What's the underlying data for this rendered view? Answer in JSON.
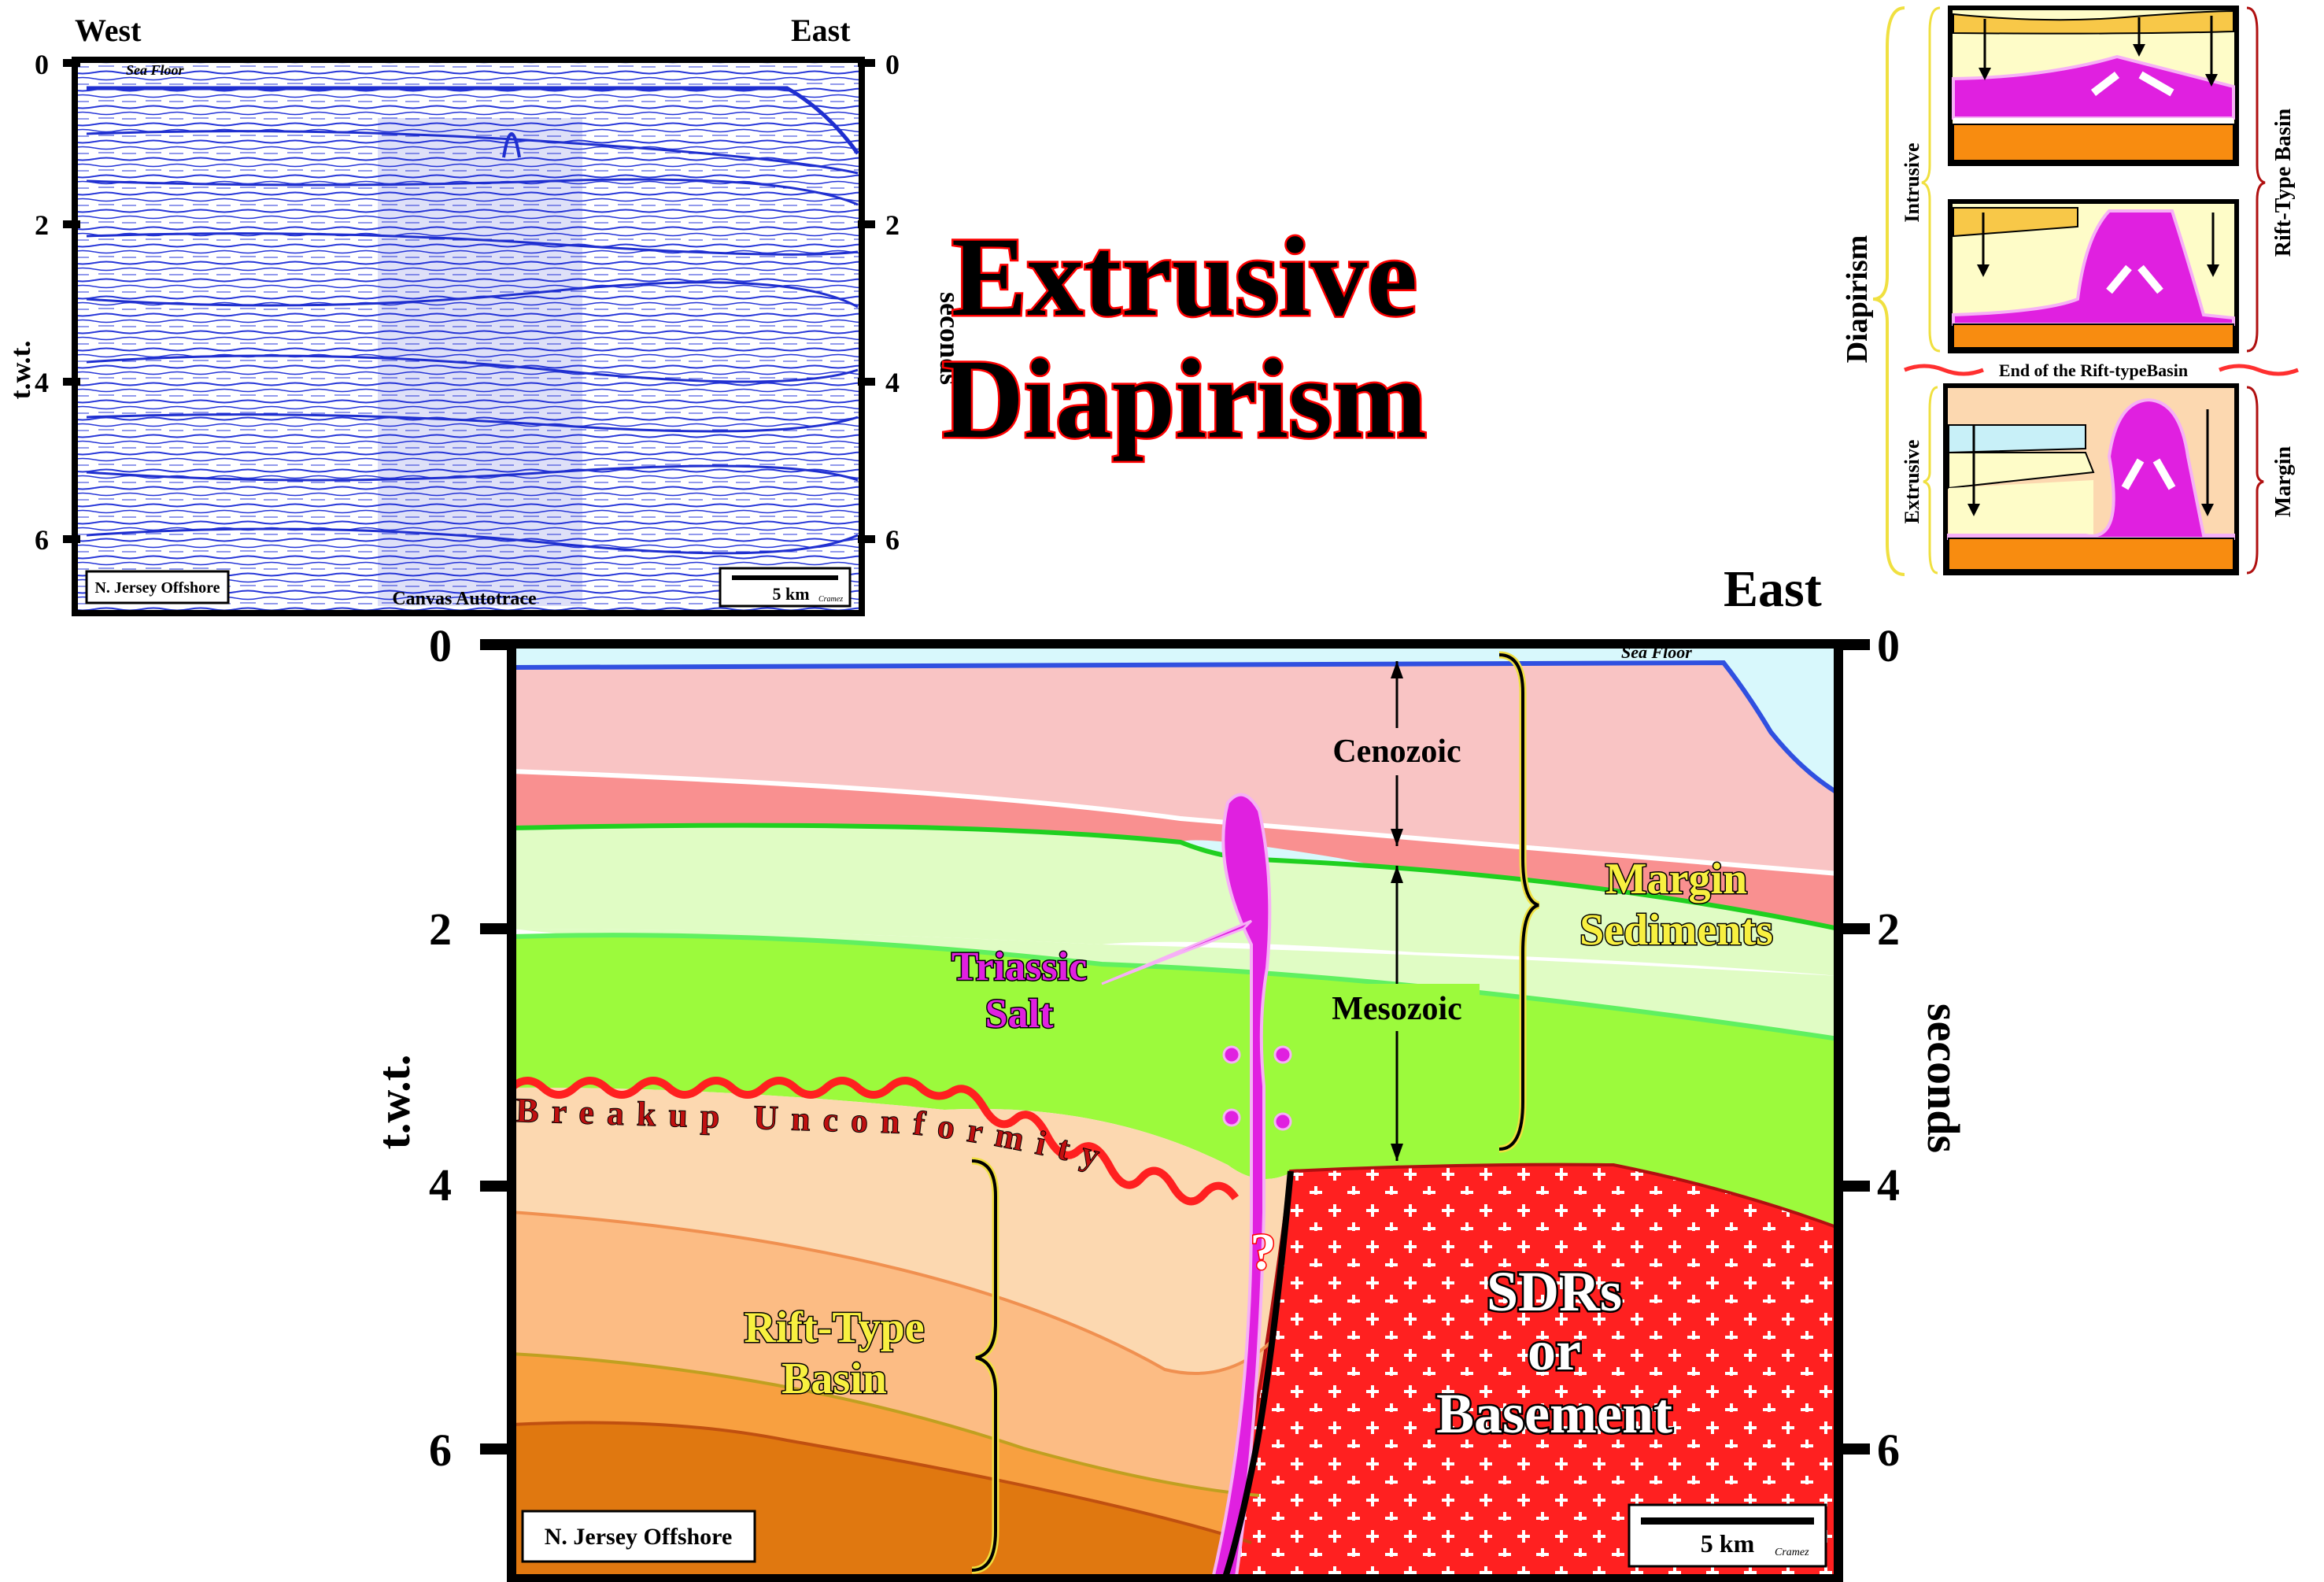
{
  "title": {
    "line1": "Extrusive",
    "line2": "Diapirism"
  },
  "seismic": {
    "west": "West",
    "east": "East",
    "sea_floor": "Sea Floor",
    "ticks": [
      "0",
      "2",
      "4",
      "6"
    ],
    "left_axis": "t.w.t.",
    "right_axis": "seconds",
    "location": "N. Jersey Offshore",
    "source": "Canvas Autotrace",
    "scale": "5 km",
    "signature": "Cramez",
    "trace_color": "#1f2fd0"
  },
  "interp": {
    "east": "East",
    "sea_floor": "Sea Floor",
    "ticks": [
      "0",
      "2",
      "4",
      "6"
    ],
    "left_axis": "t.w.t.",
    "right_axis": "seconds",
    "cenozoic": "Cenozoic",
    "mesozoic": "Mesozoic",
    "margin_sediments": [
      "Margin",
      "Sediments"
    ],
    "triassic_salt": [
      "Triassic",
      "Salt"
    ],
    "breakup_unconformity": "Breakup Unconformity",
    "rift_type_basin": [
      "Rift-Type",
      "Basin"
    ],
    "sdrs": [
      "SDRs",
      "or",
      "Basement"
    ],
    "question": "?",
    "location": "N. Jersey Offshore",
    "scale": "5 km",
    "signature": "Cramez"
  },
  "inset": {
    "diapirism": "Diapirism",
    "intrusive": "Intrusive",
    "extrusive": "Extrusive",
    "rift_type_basin": "Rift-Type Basin",
    "margin": "Margin",
    "end_rift": "End of the Rift-typeBasin"
  },
  "colors": {
    "salt": "#e020e0",
    "cenozoic": "#f9c4c4",
    "mesozoic_light": "#e0fcc4",
    "mesozoic": "#9cfa3c",
    "rift1": "#fcd8b0",
    "rift2": "#fcbc84",
    "rift3": "#f8a040",
    "rift4": "#e07810",
    "sdr": "#ff2020",
    "unconformity": "#ff2020",
    "title": "#000000",
    "title_outline": "#ff0000"
  }
}
